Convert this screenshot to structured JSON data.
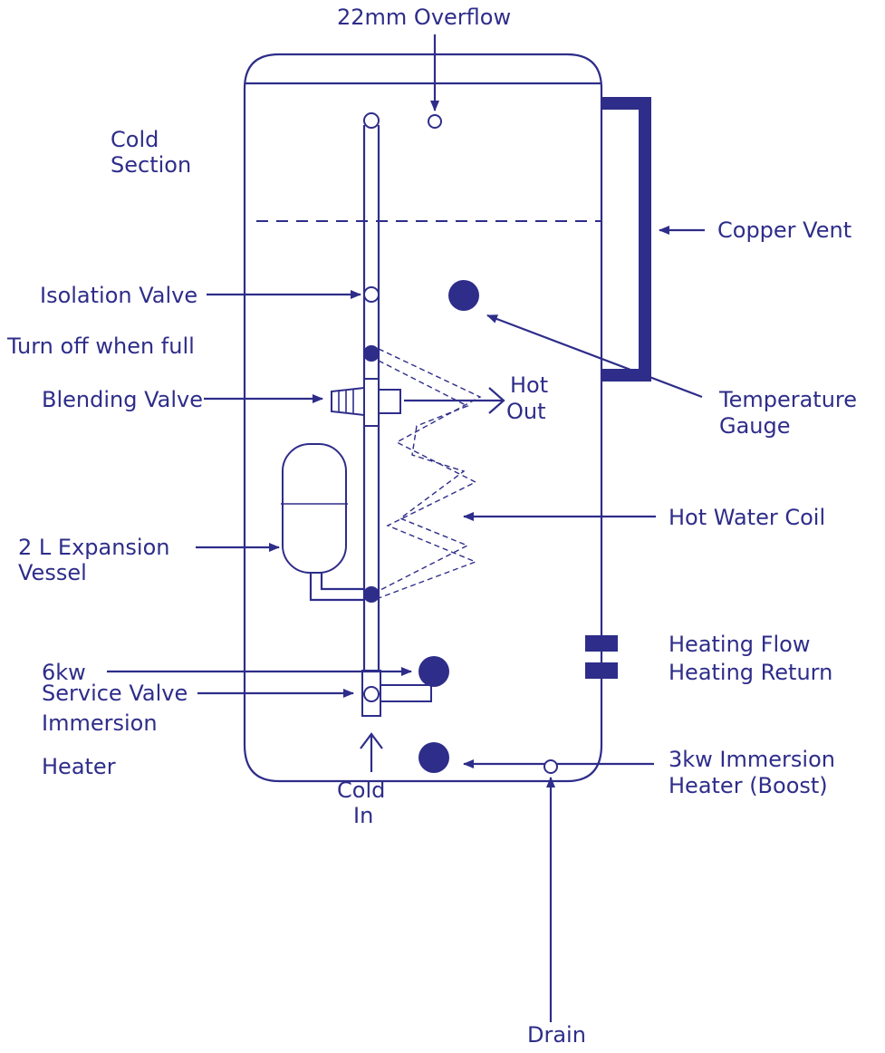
{
  "colors": {
    "line": "#2e2d8a",
    "background": "#ffffff"
  },
  "labels": {
    "overflow": "22mm Overflow",
    "cold_section_1": "Cold",
    "cold_section_2": "Section",
    "copper_vent": "Copper Vent",
    "isolation_valve": "Isolation Valve",
    "turn_off": "Turn off when full",
    "blending_valve": "Blending Valve",
    "hot_out_1": "Hot",
    "hot_out_2": "Out",
    "temp_gauge_1": "Temperature",
    "temp_gauge_2": "Gauge",
    "hot_water_coil": "Hot Water Coil",
    "expansion_1": "2 L Expansion",
    "expansion_2": "Vessel",
    "heating_flow": "Heating Flow",
    "service_valve": "Service Valve",
    "immersion_3kw_1": "3kw Immersion",
    "immersion_3kw_2": "Heater (Boost)",
    "cold_in_1": "Cold",
    "cold_in_2": "In",
    "immersion_6kw_1": "6kw",
    "immersion_6kw_2": "Immersion",
    "immersion_6kw_3": "Heater",
    "heating_return": "Heating Return",
    "drain": "Drain"
  }
}
